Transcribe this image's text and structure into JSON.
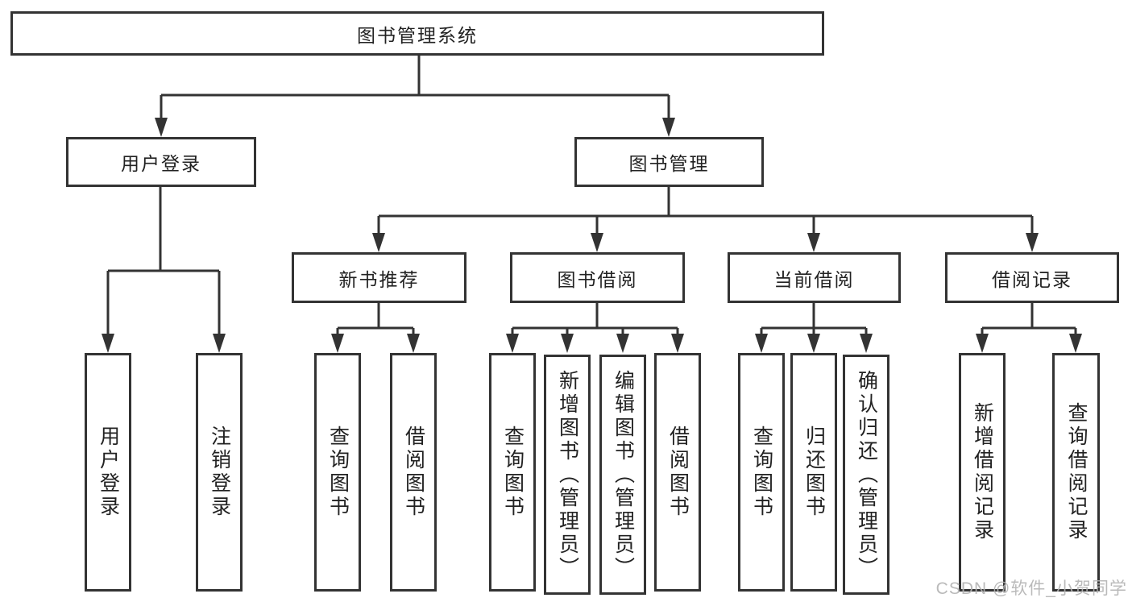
{
  "nodes": {
    "root": {
      "label": "图书管理系统"
    },
    "level2": [
      {
        "id": "user-login",
        "label": "用户登录"
      },
      {
        "id": "book-management",
        "label": "图书管理"
      }
    ],
    "level3": [
      {
        "id": "new-book-recommend",
        "label": "新书推荐"
      },
      {
        "id": "book-borrow",
        "label": "图书借阅"
      },
      {
        "id": "current-borrow",
        "label": "当前借阅"
      },
      {
        "id": "borrow-records",
        "label": "借阅记录"
      }
    ],
    "leaves": [
      {
        "id": "leaf-user-login",
        "parent": "user-login",
        "label": "用户登录"
      },
      {
        "id": "leaf-logout",
        "parent": "user-login",
        "label": "注销登录"
      },
      {
        "id": "leaf-query-books-recommend",
        "parent": "new-book-recommend",
        "label": "查询图书"
      },
      {
        "id": "leaf-borrow-books-recommend",
        "parent": "new-book-recommend",
        "label": "借阅图书"
      },
      {
        "id": "leaf-query-books-borrow",
        "parent": "book-borrow",
        "label": "查询图书"
      },
      {
        "id": "leaf-add-books-admin",
        "parent": "book-borrow",
        "label": "新增图书（管理员）"
      },
      {
        "id": "leaf-edit-books-admin",
        "parent": "book-borrow",
        "label": "编辑图书（管理员）"
      },
      {
        "id": "leaf-borrow-books-borrow",
        "parent": "book-borrow",
        "label": "借阅图书"
      },
      {
        "id": "leaf-query-books-current",
        "parent": "current-borrow",
        "label": "查询图书"
      },
      {
        "id": "leaf-return-books",
        "parent": "current-borrow",
        "label": "归还图书"
      },
      {
        "id": "leaf-confirm-return-admin",
        "parent": "current-borrow",
        "label": "确认归还（管理员）"
      },
      {
        "id": "leaf-add-borrow-record",
        "parent": "borrow-records",
        "label": "新增借阅记录"
      },
      {
        "id": "leaf-query-borrow-record",
        "parent": "borrow-records",
        "label": "查询借阅记录"
      }
    ]
  },
  "watermark": {
    "text": "CSDN @软件_小贺同学"
  },
  "colors": {
    "line": "#333333",
    "box_border": "#333333",
    "box_background": "#ffffff",
    "text": "#222222",
    "watermark": "#b3b3b3"
  }
}
